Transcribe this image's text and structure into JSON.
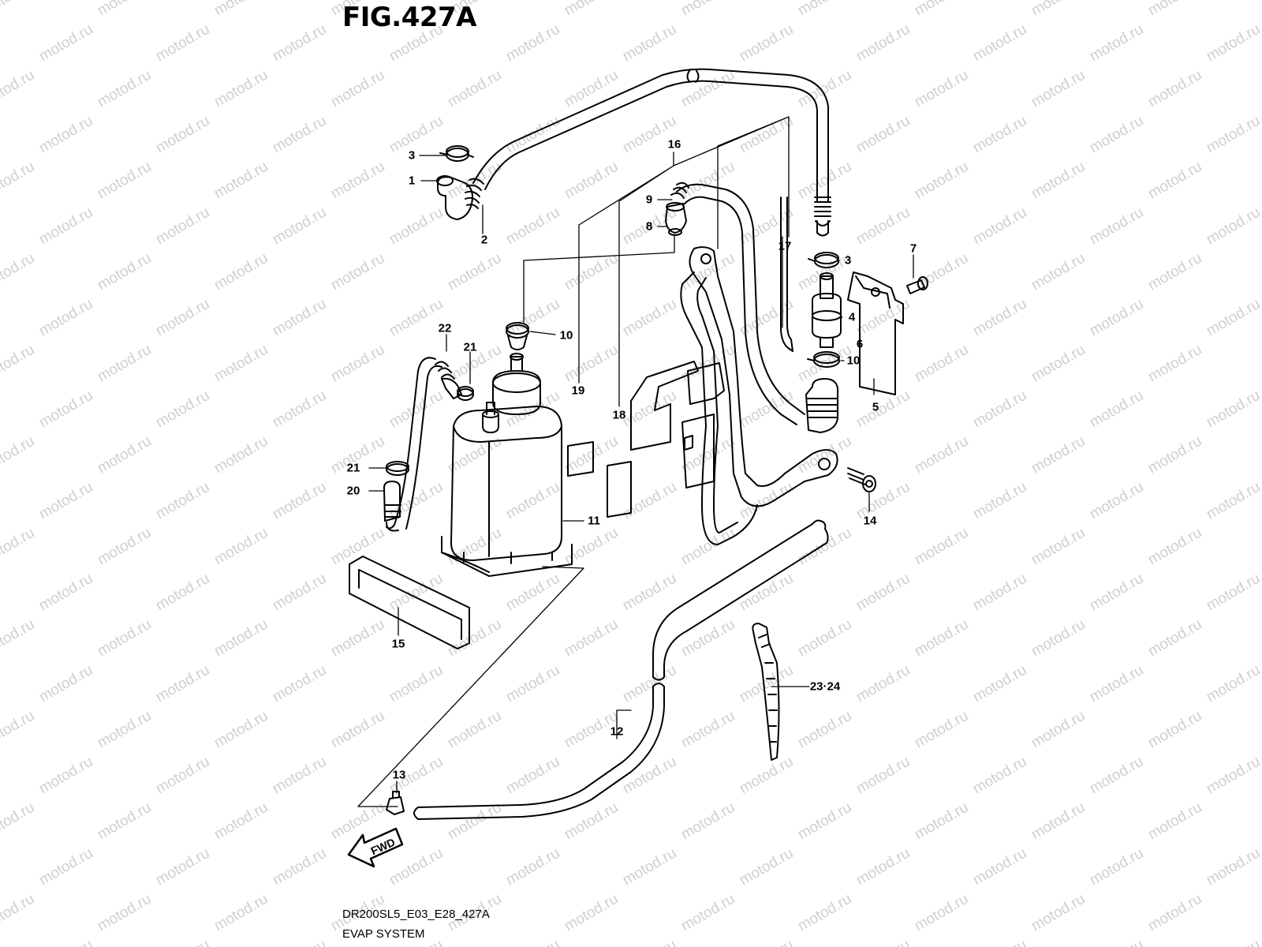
{
  "title": "FIG.427A",
  "footer": {
    "code": "DR200SL5_E03_E28_427A",
    "system": "EVAP SYSTEM"
  },
  "watermark": "motod.ru",
  "fwd_label": "FWD",
  "callouts": [
    {
      "id": "1",
      "label": "1"
    },
    {
      "id": "2",
      "label": "2"
    },
    {
      "id": "3a",
      "label": "3"
    },
    {
      "id": "3b",
      "label": "3"
    },
    {
      "id": "4",
      "label": "4"
    },
    {
      "id": "5",
      "label": "5"
    },
    {
      "id": "6",
      "label": "6"
    },
    {
      "id": "7",
      "label": "7"
    },
    {
      "id": "8",
      "label": "8"
    },
    {
      "id": "9",
      "label": "9"
    },
    {
      "id": "10a",
      "label": "10"
    },
    {
      "id": "10b",
      "label": "10"
    },
    {
      "id": "11",
      "label": "11"
    },
    {
      "id": "12",
      "label": "12"
    },
    {
      "id": "13",
      "label": "13"
    },
    {
      "id": "14",
      "label": "14"
    },
    {
      "id": "15",
      "label": "15"
    },
    {
      "id": "16",
      "label": "16"
    },
    {
      "id": "17",
      "label": "17"
    },
    {
      "id": "18",
      "label": "18"
    },
    {
      "id": "19",
      "label": "19"
    },
    {
      "id": "20",
      "label": "20"
    },
    {
      "id": "21a",
      "label": "21"
    },
    {
      "id": "21b",
      "label": "21"
    },
    {
      "id": "22",
      "label": "22"
    },
    {
      "id": "2324",
      "label": "23·24"
    }
  ]
}
